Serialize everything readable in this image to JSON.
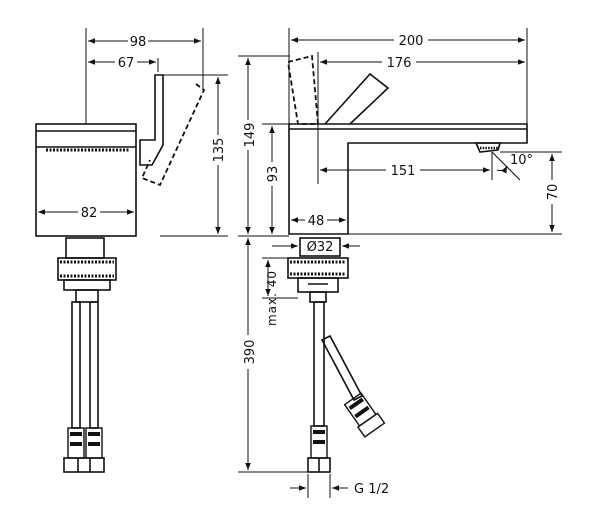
{
  "dimensions": {
    "side_view": {
      "total_width": "98",
      "handle_offset": "67",
      "body_height": "135",
      "body_width": "82"
    },
    "front_view": {
      "total_length": "200",
      "spout_length": "176",
      "total_height": "149",
      "body_height": "93",
      "spout_reach": "151",
      "spout_angle": "10°",
      "spout_height": "70",
      "base_width": "48",
      "mount_diameter": "Ø32",
      "max_thickness": "max. 40",
      "hose_length": "390",
      "connection_thread": "G 1/2"
    }
  }
}
